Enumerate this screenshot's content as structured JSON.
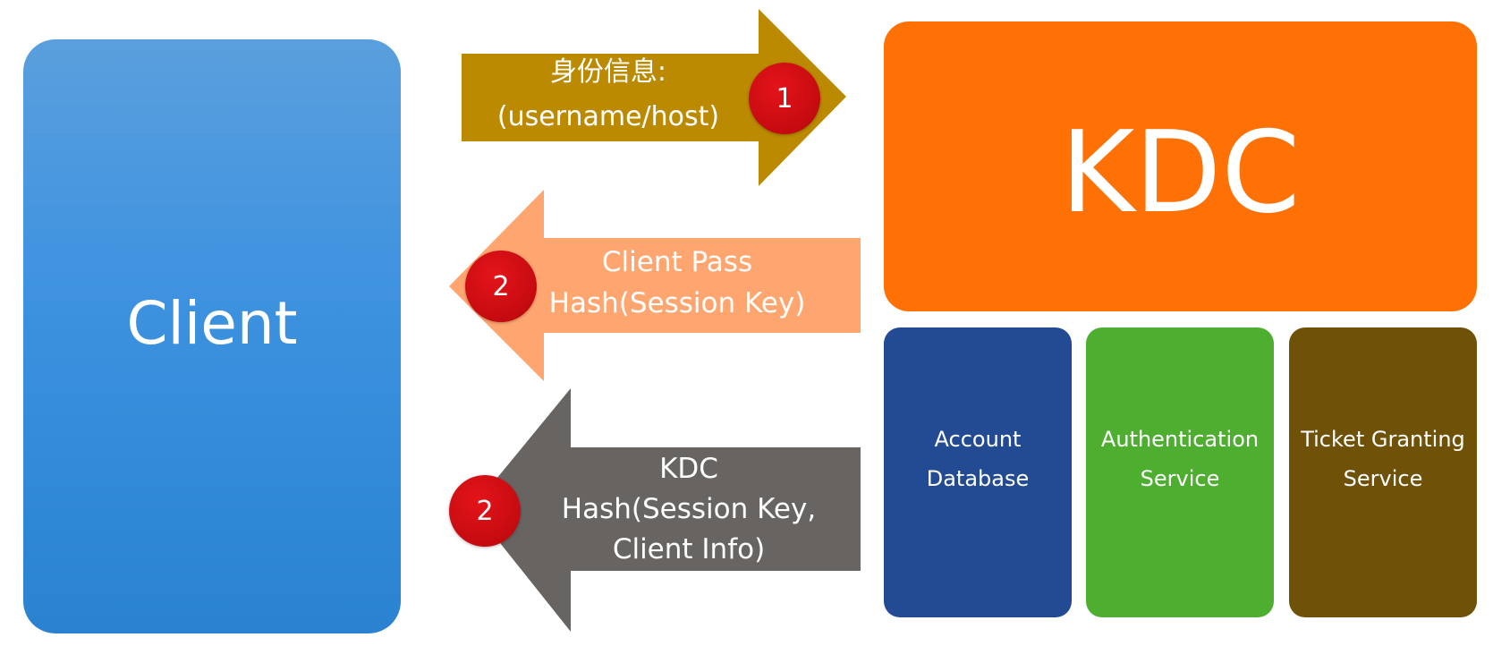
{
  "client": {
    "label": "Client",
    "color": "#3f93e0"
  },
  "kdc": {
    "label": "KDC",
    "color": "#ff7005"
  },
  "services": [
    {
      "line1": "Account",
      "line2": "Database",
      "color": "#234b94"
    },
    {
      "line1": "Authentication",
      "line2": "Service",
      "color": "#4eae30"
    },
    {
      "line1": "Ticket Granting",
      "line2": "Service",
      "color": "#6f5108"
    }
  ],
  "arrows": [
    {
      "step": "1",
      "direction": "right",
      "color": "#bb8a00",
      "lines": [
        "身份信息:",
        "(username/host)"
      ]
    },
    {
      "step": "2",
      "direction": "left",
      "color": "#ffa670",
      "lines": [
        "Client Pass",
        "Hash(Session Key)"
      ]
    },
    {
      "step": "2",
      "direction": "left",
      "color": "#686462",
      "lines": [
        "KDC",
        "Hash(Session Key,",
        "Client Info)"
      ]
    }
  ]
}
